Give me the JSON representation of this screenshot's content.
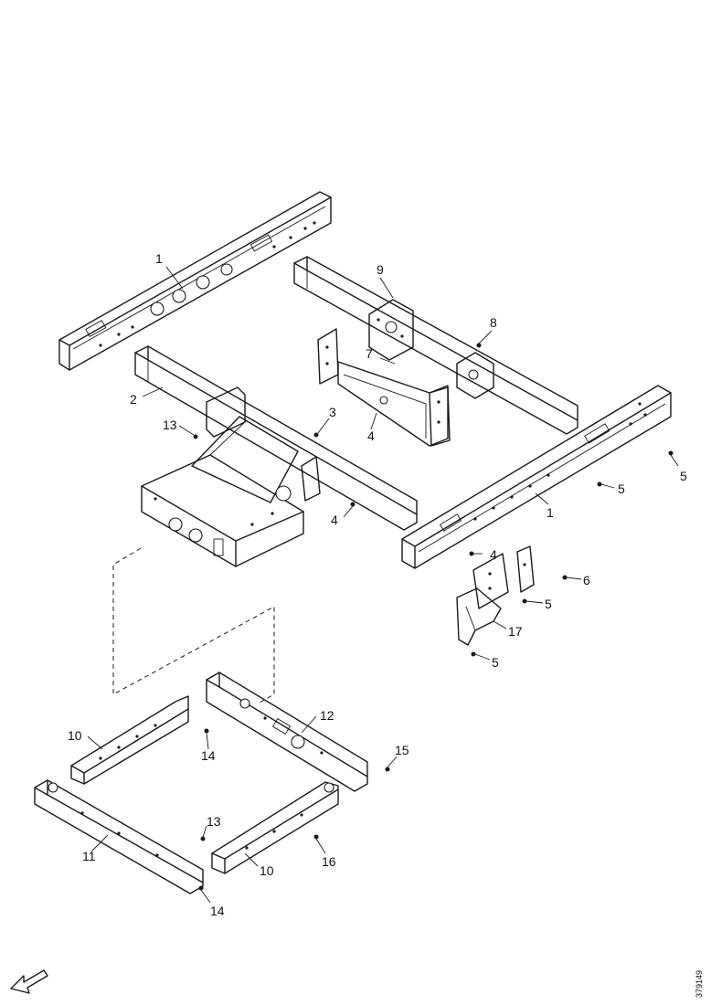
{
  "callouts": {
    "c1_top": "1",
    "c9": "9",
    "c8": "8",
    "c7": "7",
    "c2": "2",
    "c13_top": "13",
    "c3": "3",
    "c4_mid": "4",
    "c4_low": "4",
    "c4_bracket": "4",
    "c5_right": "5",
    "c5_mid": "5",
    "c1_right": "1",
    "c6": "6",
    "c5_b1": "5",
    "c17": "17",
    "c5_b2": "5",
    "c12": "12",
    "c10_left": "10",
    "c14_top": "14",
    "c15": "15",
    "c13_low": "13",
    "c11": "11",
    "c10_low": "10",
    "c16": "16",
    "c14_low": "14"
  },
  "reference_code": "379149",
  "icons": {
    "direction_arrow": "forward-direction-arrow-icon"
  }
}
